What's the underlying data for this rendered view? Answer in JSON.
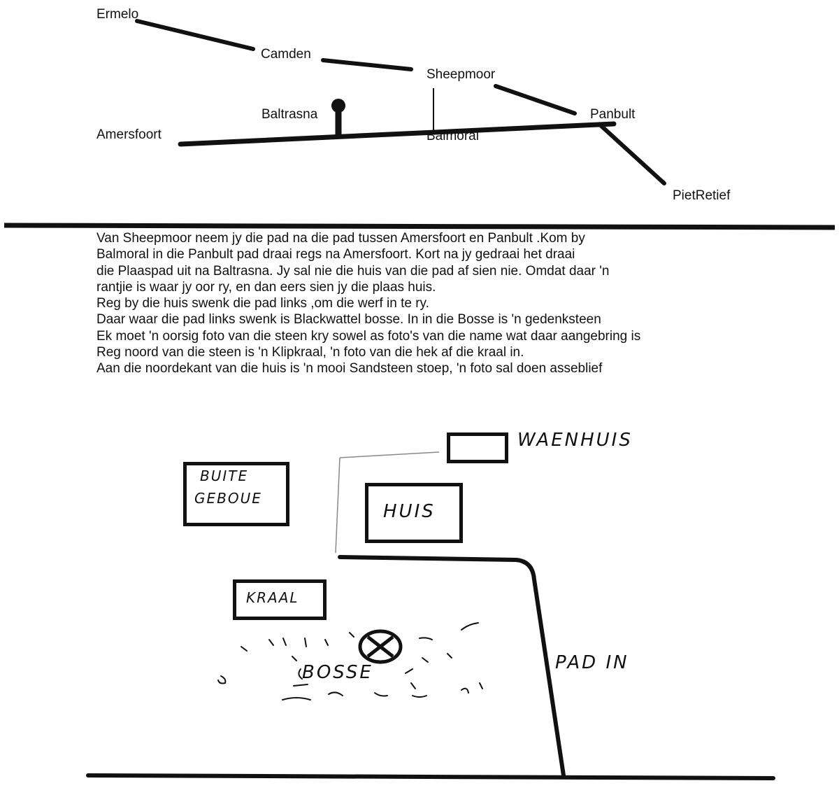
{
  "route_map": {
    "places": {
      "ermelo": "Ermelo",
      "camden": "Camden",
      "sheepmoor": "Sheepmoor",
      "baltrasna": "Baltrasna",
      "panbult": "Panbult",
      "amersfoort": "Amersfoort",
      "balmoral": "Balmoral",
      "pietretief": "PietRetief"
    }
  },
  "instructions": [
    "Van Sheepmoor neem jy die pad na die pad tussen Amersfoort en Panbult .Kom by",
    "Balmoral in die Panbult pad draai regs na Amersfoort. Kort na jy gedraai het draai",
    "die Plaaspad uit na Baltrasna. Jy sal nie die huis van die pad af sien nie. Omdat daar 'n",
    "rantjie is waar jy oor ry, en dan eers sien jy die plaas huis.",
    "Reg by die huis swenk die pad links ,om die werf in te ry.",
    "Daar waar die pad links swenk is Blackwattel bosse. In in die Bosse is 'n gedenksteen",
    "Ek moet 'n oorsig foto van die steen kry sowel as foto's van die name wat daar aangebring is",
    "Reg noord van die steen is 'n Klipkraal, 'n foto van die hek af die kraal in.",
    "Aan die noordekant van die huis is 'n mooi Sandsteen stoep, 'n foto sal doen asseblief"
  ],
  "farm_sketch": {
    "waenhuis": "WAENHUIS",
    "buite_line1": "BUITE",
    "buite_line2": "GEBOUE",
    "huis": "HUIS",
    "kraal": "KRAAL",
    "bosse": "BOSSE",
    "pad_in": "PAD IN"
  }
}
